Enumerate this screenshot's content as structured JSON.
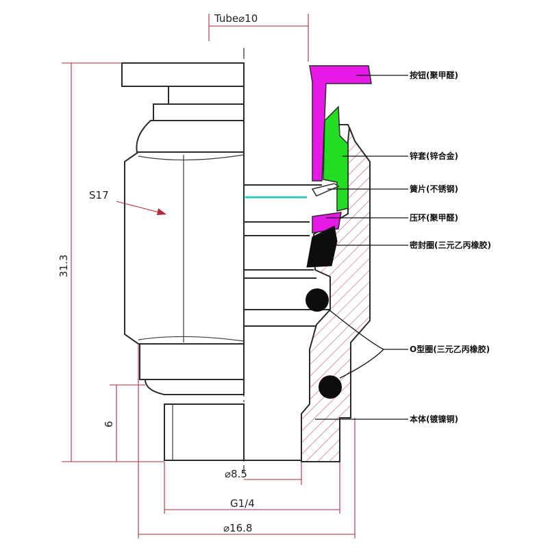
{
  "dimensions": {
    "tube": "Tube⌀10",
    "height": "31.3",
    "thread_length": "6",
    "bore": "⌀8.5",
    "thread": "G1/4",
    "body_diameter": "⌀16.8",
    "hex": "S17"
  },
  "callouts": [
    {
      "label": "按钮(聚甲醛)"
    },
    {
      "label": "锌套(锌合金)"
    },
    {
      "label": "簧片(不锈钢)"
    },
    {
      "label": "压环(聚甲醛)"
    },
    {
      "label": "密封圈(三元乙丙橡胶)"
    },
    {
      "label": "O型圈(三元乙丙橡胶)"
    },
    {
      "label": "本体(镀镍铜)"
    }
  ],
  "colors": {
    "release_button": "#e619e6",
    "collet_sleeve": "#22dd22",
    "seal": "#0d0d0d",
    "tube_line": "#33c4c4",
    "dimension_line": "#b02a3a",
    "hatch": "#c8556a"
  }
}
